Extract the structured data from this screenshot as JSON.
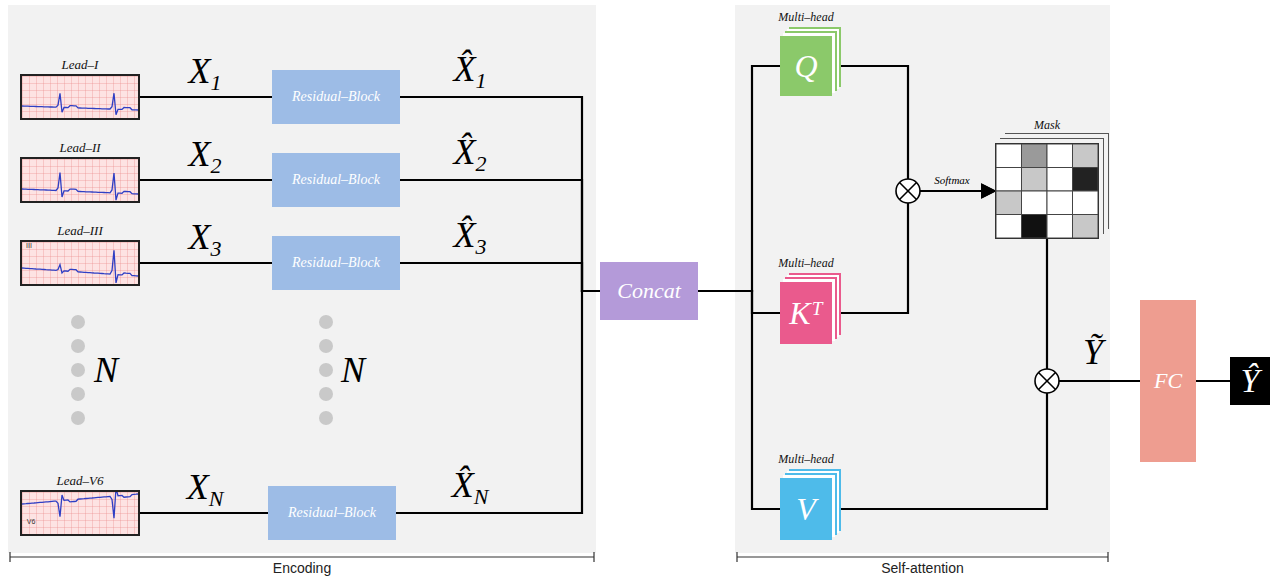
{
  "diagram": {
    "nodes": [
      {
        "text": [
          "Encoding"
        ]
      },
      {
        "text": [
          "Lead–I"
        ],
        "in": 0
      },
      {
        "text": [
          "Residual–Block"
        ],
        "in": 0
      },
      {
        "text": [
          "Lead–II"
        ],
        "in": 0
      },
      {
        "text": [
          "Residual–Block"
        ],
        "in": 0
      },
      {
        "text": [
          "Lead–III"
        ],
        "in": 0
      },
      {
        "text": [
          "Residual–Block"
        ],
        "in": 0
      },
      {
        "text": [
          "Lead–V6"
        ],
        "in": 0
      },
      {
        "text": [
          "Residual–Block"
        ],
        "in": 0
      },
      {
        "text": [
          "Concat"
        ]
      },
      {
        "text": [
          "Self-attention"
        ]
      },
      {
        "text": [
          "Multi–head",
          "Q"
        ],
        "in": 10
      },
      {
        "text": [
          "Mask"
        ],
        "in": 10
      },
      {
        "text": [
          "Multi–head",
          "Kᵀ"
        ],
        "in": 10
      },
      {
        "text": [
          "Multi–head",
          "V"
        ],
        "in": 10
      },
      {
        "text": [
          "FC"
        ]
      },
      {
        "text": [
          "Ŷ"
        ]
      }
    ],
    "edges": [
      {
        "from": 1,
        "to": 2,
        "arrow": "none",
        "label": "X1"
      },
      {
        "from": 3,
        "to": 4,
        "arrow": "none",
        "label": "X2"
      },
      {
        "from": 5,
        "to": 6,
        "arrow": "none",
        "label": "X3"
      },
      {
        "from": 7,
        "to": 8,
        "arrow": "none",
        "label": "XN"
      },
      {
        "from": 2,
        "to": 9,
        "arrow": "none",
        "label": "X̂1"
      },
      {
        "from": 4,
        "to": 9,
        "arrow": "none",
        "label": "X̂2"
      },
      {
        "from": 6,
        "to": 9,
        "arrow": "none",
        "label": "X̂3"
      },
      {
        "from": 8,
        "to": 9,
        "arrow": "none",
        "label": "X̂N"
      },
      {
        "from": 9,
        "to": 11,
        "arrow": "none"
      },
      {
        "from": 9,
        "to": 13,
        "arrow": "none"
      },
      {
        "from": 9,
        "to": 14,
        "arrow": "none"
      },
      {
        "from": 11,
        "to": 12,
        "arrow": "to",
        "label": "Softmax"
      },
      {
        "from": 13,
        "to": 12,
        "arrow": "to"
      },
      {
        "from": 12,
        "to": 15,
        "arrow": "none",
        "label": "Ỹ"
      },
      {
        "from": 14,
        "to": 15,
        "arrow": "none"
      },
      {
        "from": 15,
        "to": 16,
        "arrow": "none"
      }
    ],
    "labels": [
      "N",
      "N",
      "III",
      "V6"
    ]
  }
}
